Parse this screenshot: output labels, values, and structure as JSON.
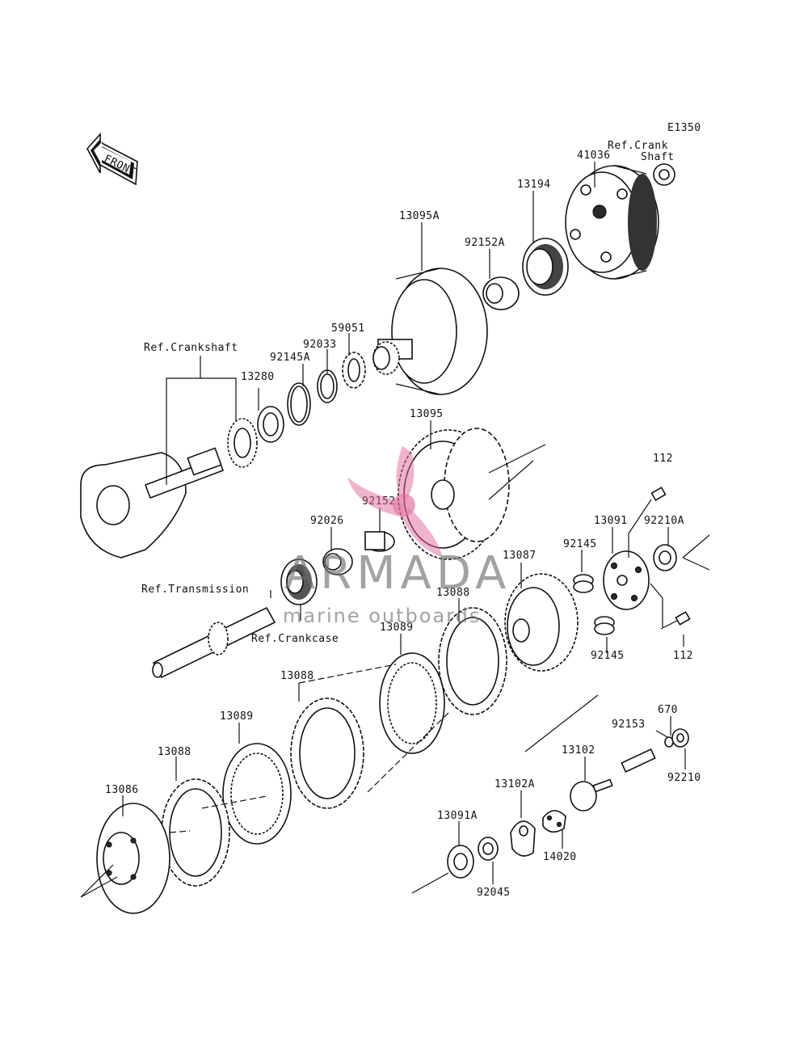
{
  "diagram": {
    "code": "E1350",
    "front_label": "FRONT",
    "labels": {
      "p41036": "41036",
      "ref_crank_shaft_1": "Ref.Crank",
      "ref_crank_shaft_2": "Shaft",
      "p13194": "13194",
      "p92152a": "92152A",
      "p13095a": "13095A",
      "p59051": "59051",
      "p92033": "92033",
      "p92145a": "92145A",
      "ref_crankshaft": "Ref.Crankshaft",
      "p13280": "13280",
      "p13095": "13095",
      "p112_top": "112",
      "p92210a": "92210A",
      "p13091": "13091",
      "p92145_top": "92145",
      "p92152": "92152",
      "p92026": "92026",
      "p13087": "13087",
      "ref_transmission": "Ref.Transmission",
      "p13088_a": "13088",
      "p13089_a": "13089",
      "ref_crankcase": "Ref.Crankcase",
      "p92145_bottom": "92145",
      "p112_bottom": "112",
      "p13088_b": "13088",
      "p670": "670",
      "p92153": "92153",
      "p13089_b": "13089",
      "p92210": "92210",
      "p13102": "13102",
      "p13088_c": "13088",
      "p13102a": "13102A",
      "p13086": "13086",
      "p13091a": "13091A",
      "p14020": "14020",
      "p92045": "92045"
    }
  },
  "watermark": {
    "brand": "ARMADA",
    "tagline": "marine outboards",
    "color": "#e06a9a"
  }
}
